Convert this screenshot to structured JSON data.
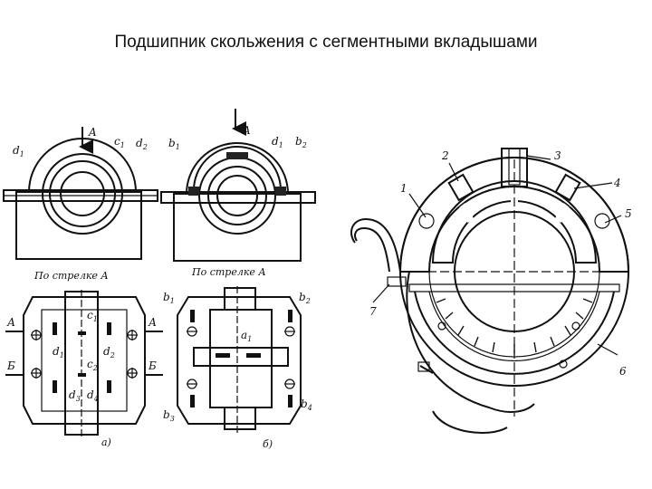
{
  "slide": {
    "title": "Подшипник скольжения с сегментными вкладышами"
  },
  "diagram": {
    "view_a": {
      "arrow_label": "A",
      "labels_top": {
        "d1": "d",
        "d1_sub": "1",
        "c1": "c",
        "c1_sub": "1",
        "d2": "d",
        "d2_sub": "2"
      },
      "section_caption": "По стрелке А",
      "plan_labels": {
        "A_left": "А",
        "A_right": "А",
        "B_left": "Б",
        "B_right": "Б",
        "c1": "c",
        "c1_sub": "1",
        "c2": "c",
        "c2_sub": "2",
        "d1": "d",
        "d1_sub": "1",
        "d2": "d",
        "d2_sub": "2",
        "d3": "d",
        "d3_sub": "3",
        "d4": "d",
        "d4_sub": "4"
      },
      "figure_caption": "а)"
    },
    "view_b": {
      "arrow_label": "A",
      "labels_top": {
        "b1": "b",
        "b1_sub": "1",
        "d1": "d",
        "d1_sub": "1",
        "b2": "b",
        "b2_sub": "2"
      },
      "section_caption": "По стрелке А",
      "plan_labels": {
        "b1": "b",
        "b1_sub": "1",
        "b2": "b",
        "b2_sub": "2",
        "a1": "a",
        "a1_sub": "1",
        "b3": "b",
        "b3_sub": "3",
        "b4": "b",
        "b4_sub": "4"
      },
      "figure_caption": "б)"
    },
    "view_c": {
      "callouts": [
        "1",
        "2",
        "3",
        "4",
        "5",
        "6",
        "7"
      ]
    }
  }
}
